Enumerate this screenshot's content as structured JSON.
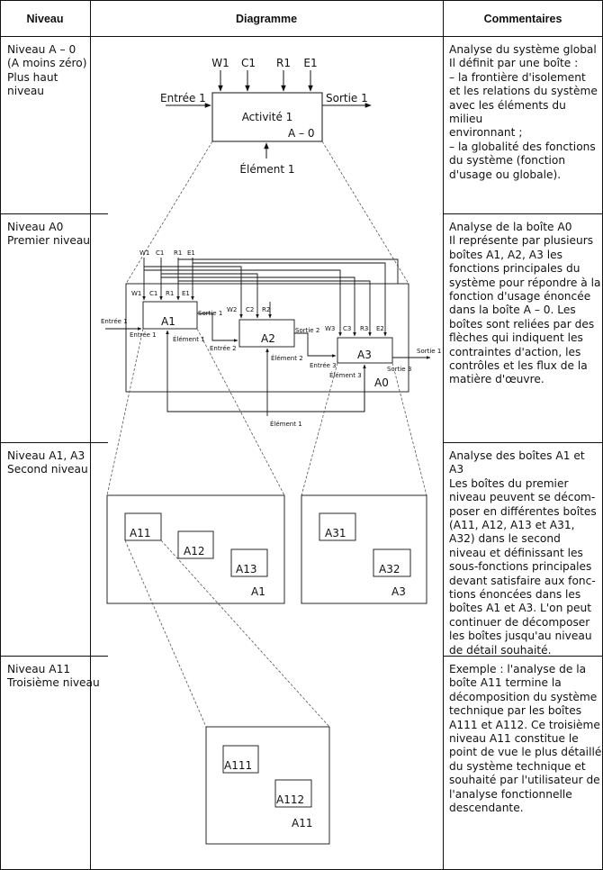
{
  "headers": {
    "niveau": "Niveau",
    "diagramme": "Diagramme",
    "commentaires": "Commentaires"
  },
  "rows": [
    {
      "niveau": "Niveau A – 0\n(A moins zéro)\nPlus haut\nniveau",
      "commentaire": "Analyse du système global\nIl définit par une boîte :\n– la frontière d'isolement\net les relations du système\navec les éléments du milieu\nenvironnant ;\n– la globalité des fonctions\ndu système (fonction\nd'usage ou globale)."
    },
    {
      "niveau": "Niveau A0\nPremier niveau",
      "commentaire": "Analyse de la boîte A0\nIl représente par plusieurs\nboîtes A1, A2, A3 les\nfonctions principales du\nsystème pour répondre à la\nfonction d'usage énoncée\ndans la boîte A – 0. Les\nboîtes sont reliées par des\nflèches qui indiquent les\ncontraintes d'action, les\ncontrôles et les flux de la\nmatière d'œuvre."
    },
    {
      "niveau": "Niveau A1, A3\nSecond niveau",
      "commentaire": "Analyse des boîtes A1 et A3\nLes boîtes du premier\nniveau peuvent se décom-\nposer en différentes boîtes\n(A11, A12, A13 et A31,\nA32) dans le second\nniveau et définissant les\nsous-fonctions principales\ndevant satisfaire aux fonc-\ntions énoncées dans les\nboîtes A1 et A3. L'on peut\ncontinuer de décomposer\nles boîtes jusqu'au niveau\nde détail souhaité."
    },
    {
      "niveau": "Niveau A11\nTroisième niveau",
      "commentaire": "Exemple : l'analyse de la\nboîte A11 termine la\ndécomposition du système\ntechnique par les boîtes\nA111 et A112. Ce troisième\nniveau A11 constitue le\npoint de vue le plus détaillé\ndu système technique et\nsouhaité par l'utilisateur de\nl'analyse fonctionnelle\ndescendante."
    }
  ],
  "diagram_a_minus_0": {
    "controls": [
      "W1",
      "C1",
      "R1",
      "E1"
    ],
    "input": "Entrée 1",
    "output": "Sortie 1",
    "box_label": "Activité 1",
    "box_id": "A – 0",
    "mechanism": "Élément 1"
  },
  "diagram_a0": {
    "top_controls": [
      "W1",
      "C1",
      "R1",
      "E1"
    ],
    "box_a1": "A1",
    "box_a2": "A2",
    "box_a3": "A3",
    "frame_id": "A0",
    "a1_controls": [
      "W1",
      "C1",
      "R1",
      "E1"
    ],
    "a2_controls": [
      "W2",
      "C2",
      "R2"
    ],
    "a3_controls": [
      "W3",
      "C3",
      "R3",
      "E2"
    ],
    "entree_1": "Entrée 1",
    "sortie_1": "Sortie 1",
    "entree_2": "Entrée 2",
    "sortie_2": "Sortie 2",
    "entree_3": "Entrée 3",
    "sortie_3": "Sortie 3",
    "element_1": "Élément 1",
    "element_2": "Élément 2",
    "element_3": "Élément 3"
  },
  "diagram_level2": {
    "a1_box": "A1",
    "a11": "A11",
    "a12": "A12",
    "a13": "A13",
    "a3_box": "A3",
    "a31": "A31",
    "a32": "A32"
  },
  "diagram_level3": {
    "a11_box": "A11",
    "a111": "A111",
    "a112": "A112"
  }
}
